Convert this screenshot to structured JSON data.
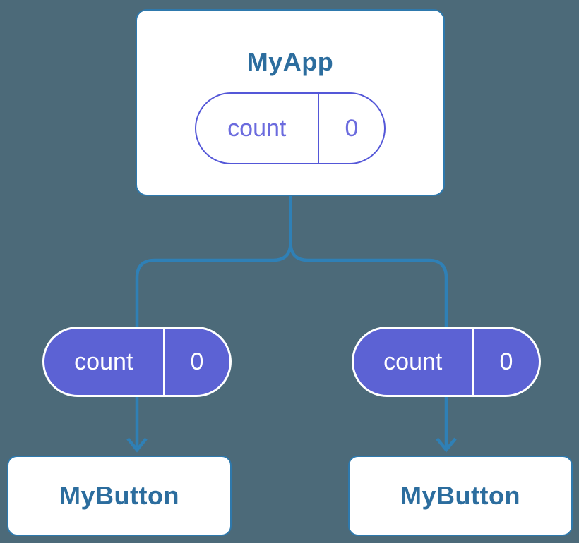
{
  "colors": {
    "background": "#4c6a79",
    "connector": "#2f80b6",
    "node_border": "#2e79ad",
    "node_bg": "#ffffff",
    "node_text": "#2c6d9e",
    "pill_fill": "#5c62d4",
    "pill_outline_border": "#5457d8",
    "pill_outline_text": "#6b6bde",
    "pill_filled_text": "#ffffff"
  },
  "diagram": {
    "root": {
      "title": "MyApp",
      "state": {
        "label": "count",
        "value": "0"
      }
    },
    "children": [
      {
        "title": "MyButton",
        "prop": {
          "label": "count",
          "value": "0"
        }
      },
      {
        "title": "MyButton",
        "prop": {
          "label": "count",
          "value": "0"
        }
      }
    ]
  }
}
